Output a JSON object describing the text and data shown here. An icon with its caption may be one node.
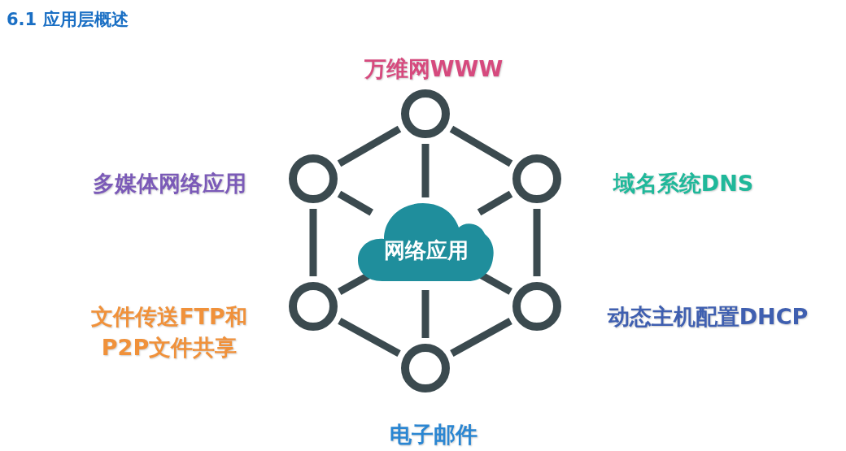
{
  "diagram": {
    "title": "6.1 应用层概述",
    "nodes": [
      {
        "text": [
          "网络应用"
        ]
      },
      {
        "text": [],
        "shape": "circle",
        "beside": [
          "万维网WWW"
        ]
      },
      {
        "text": [],
        "shape": "circle",
        "beside": [
          "多媒体网络应用"
        ]
      },
      {
        "text": [],
        "shape": "circle",
        "beside": [
          "域名系统DNS"
        ]
      },
      {
        "text": [],
        "shape": "circle",
        "beside": [
          "文件传送FTP和P2P文件共享"
        ]
      },
      {
        "text": [],
        "shape": "circle",
        "beside": [
          "动态主机配置DHCP"
        ]
      },
      {
        "text": [],
        "shape": "circle",
        "beside": [
          "电子邮件"
        ]
      }
    ],
    "edges": [
      {
        "from": 1,
        "to": 2,
        "arrow": "none"
      },
      {
        "from": 1,
        "to": 3,
        "arrow": "none"
      },
      {
        "from": 2,
        "to": 4,
        "arrow": "none"
      },
      {
        "from": 3,
        "to": 5,
        "arrow": "none"
      },
      {
        "from": 4,
        "to": 6,
        "arrow": "none"
      },
      {
        "from": 5,
        "to": 6,
        "arrow": "none"
      },
      {
        "from": 0,
        "to": 1,
        "arrow": "none"
      },
      {
        "from": 0,
        "to": 2,
        "arrow": "none"
      },
      {
        "from": 0,
        "to": 3,
        "arrow": "none"
      },
      {
        "from": 0,
        "to": 4,
        "arrow": "none"
      },
      {
        "from": 0,
        "to": 5,
        "arrow": "none"
      },
      {
        "from": 0,
        "to": 6,
        "arrow": "none"
      }
    ]
  }
}
